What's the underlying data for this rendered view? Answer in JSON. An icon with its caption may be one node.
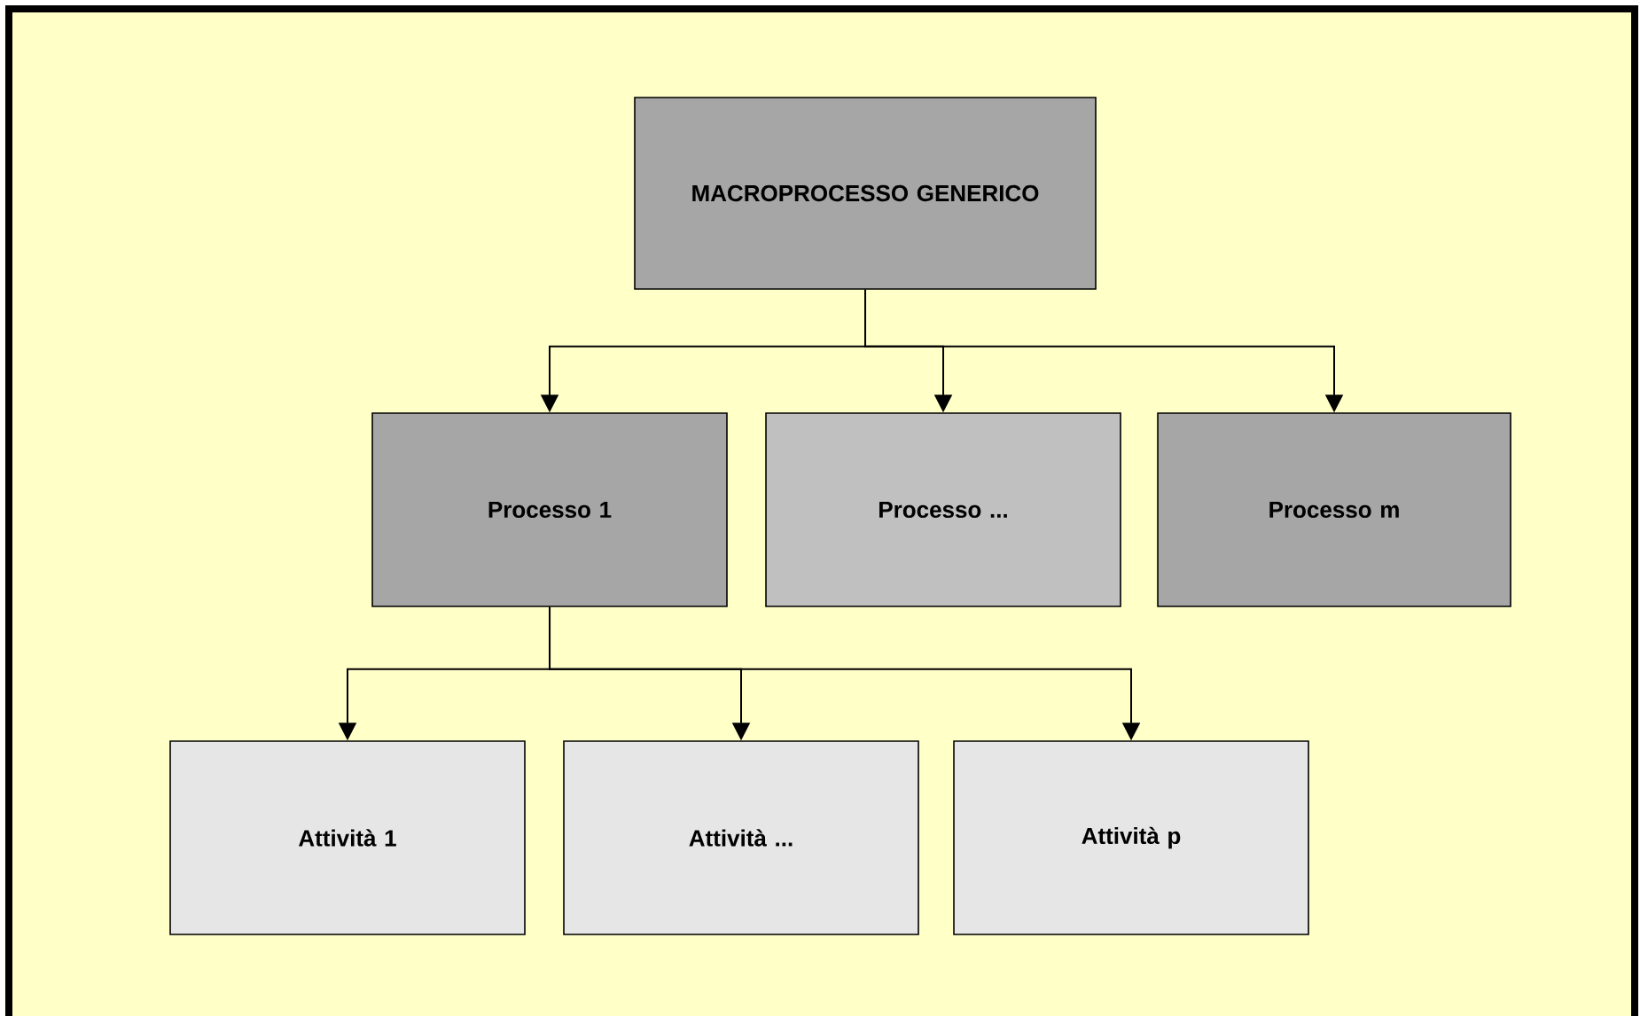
{
  "diagram": {
    "nodes": [
      {
        "text": [
          "MACROPROCESSO GENERICO"
        ]
      },
      {
        "text": [
          "Processo 1"
        ]
      },
      {
        "text": [
          "Processo ..."
        ]
      },
      {
        "text": [
          "Processo m"
        ]
      },
      {
        "text": [
          "Attività 1"
        ]
      },
      {
        "text": [
          "Attività ..."
        ]
      },
      {
        "text": [
          "Attività p"
        ]
      }
    ],
    "edges": [
      {
        "from": 0,
        "to": 1,
        "arrow": "to"
      },
      {
        "from": 0,
        "to": 2,
        "arrow": "to"
      },
      {
        "from": 0,
        "to": 3,
        "arrow": "to"
      },
      {
        "from": 1,
        "to": 4,
        "arrow": "to"
      },
      {
        "from": 1,
        "to": 5,
        "arrow": "to"
      },
      {
        "from": 1,
        "to": 6,
        "arrow": "to"
      }
    ]
  }
}
